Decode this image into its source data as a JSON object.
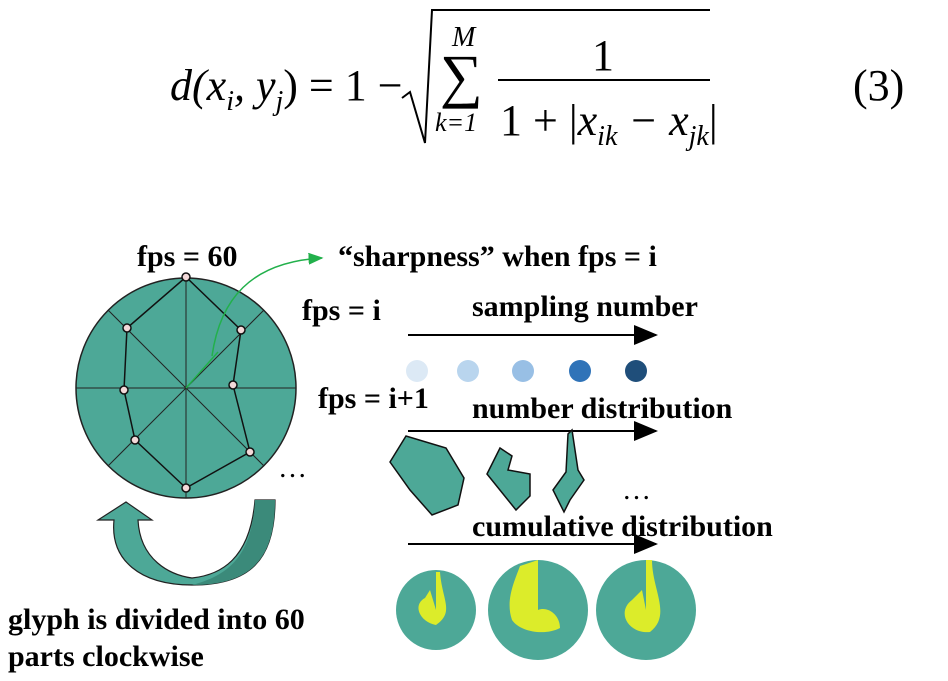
{
  "equation": {
    "lhs": "d(x",
    "lhs_sub_i": "i",
    "comma": ", y",
    "lhs_sub_j": "j",
    "close_eq": ") = 1 −",
    "sum_upper": "M",
    "sum_lower": "k=1",
    "numerator": "1",
    "denominator_prefix": "1 + ",
    "x_ik": "x",
    "sub_ik": "ik",
    "minus": " − x",
    "sub_jk": "jk",
    "number": "(3)"
  },
  "labels": {
    "fps60": "fps = 60",
    "sharpness": "“sharpness” when fps = i",
    "fps_i": "fps = i",
    "sampling_number": "sampling number",
    "fps_i1": "fps = i+1",
    "number_distribution": "number distribution",
    "cumulative_distribution": "cumulative distribution",
    "ellipsis_glyph": "…",
    "ellipsis_dist": "…",
    "caption_line1": "glyph is divided into 60",
    "caption_line2": "parts clockwise"
  },
  "colors": {
    "teal": "#4da897",
    "teal_dark": "#3b8a7a",
    "yellow": "#dcec2a",
    "green_arrow": "#22b04b",
    "dot_colors": [
      "#dce9f5",
      "#b9d5ee",
      "#98bfe5",
      "#2f73b8",
      "#1f4e7a"
    ]
  },
  "icons": {
    "curved_arrow": "curved-arrow-icon",
    "right_arrow": "right-arrow-icon"
  }
}
